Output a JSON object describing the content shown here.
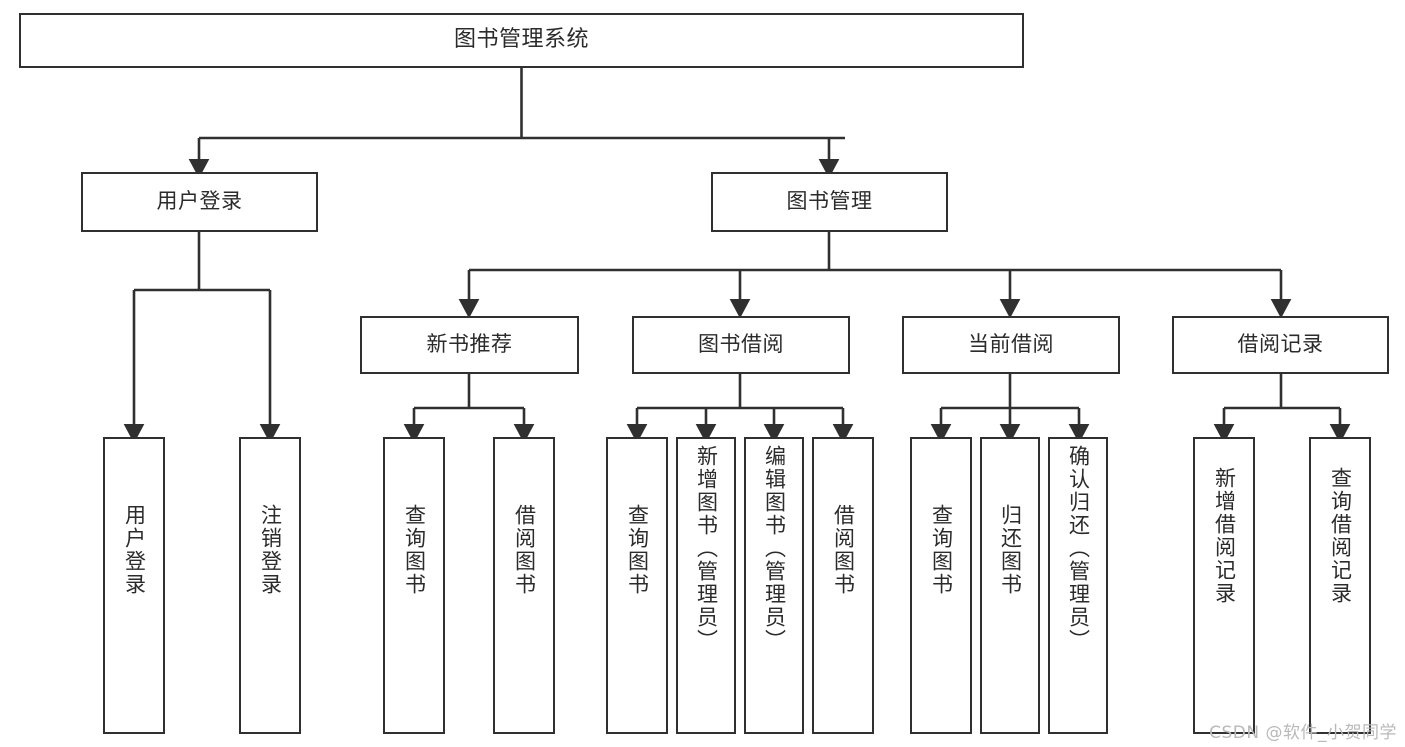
{
  "diagram": {
    "type": "tree-hierarchy",
    "title": "图书管理系统",
    "root": {
      "id": "root",
      "label": "图书管理系统"
    },
    "level2": [
      {
        "id": "user-login",
        "label": "用户登录"
      },
      {
        "id": "book-management",
        "label": "图书管理"
      }
    ],
    "level3": [
      {
        "id": "new-book-recommend",
        "label": "新书推荐",
        "parent": "book-management"
      },
      {
        "id": "book-borrow",
        "label": "图书借阅",
        "parent": "book-management"
      },
      {
        "id": "current-borrow",
        "label": "当前借阅",
        "parent": "book-management"
      },
      {
        "id": "borrow-record",
        "label": "借阅记录",
        "parent": "book-management"
      }
    ],
    "leaves": [
      {
        "id": "leaf-user-login",
        "label": "用户登录",
        "parent": "user-login"
      },
      {
        "id": "leaf-logout-login",
        "label": "注销登录",
        "parent": "user-login"
      },
      {
        "id": "leaf-query-book-1",
        "label": "查询图书",
        "parent": "new-book-recommend"
      },
      {
        "id": "leaf-borrow-book-1",
        "label": "借阅图书",
        "parent": "new-book-recommend"
      },
      {
        "id": "leaf-query-book-2",
        "label": "查询图书",
        "parent": "book-borrow"
      },
      {
        "id": "leaf-add-book",
        "label": "新增图书（管理员）",
        "parent": "book-borrow"
      },
      {
        "id": "leaf-edit-book",
        "label": "编辑图书（管理员）",
        "parent": "book-borrow"
      },
      {
        "id": "leaf-borrow-book-2",
        "label": "借阅图书",
        "parent": "book-borrow"
      },
      {
        "id": "leaf-query-book-3",
        "label": "查询图书",
        "parent": "current-borrow"
      },
      {
        "id": "leaf-return-book",
        "label": "归还图书",
        "parent": "current-borrow"
      },
      {
        "id": "leaf-confirm-return",
        "label": "确认归还（管理员）",
        "parent": "current-borrow"
      },
      {
        "id": "leaf-add-borrow-record",
        "label": "新增借阅记录",
        "parent": "borrow-record"
      },
      {
        "id": "leaf-query-borrow-record",
        "label": "查询借阅记录",
        "parent": "borrow-record"
      }
    ],
    "colors": {
      "border": "#303030",
      "background": "#ffffff",
      "text": "#2b2b2b",
      "edge": "#303030",
      "watermark": "#b9b9b9"
    }
  },
  "watermark": {
    "text": "CSDN @软件_小贺同学"
  }
}
